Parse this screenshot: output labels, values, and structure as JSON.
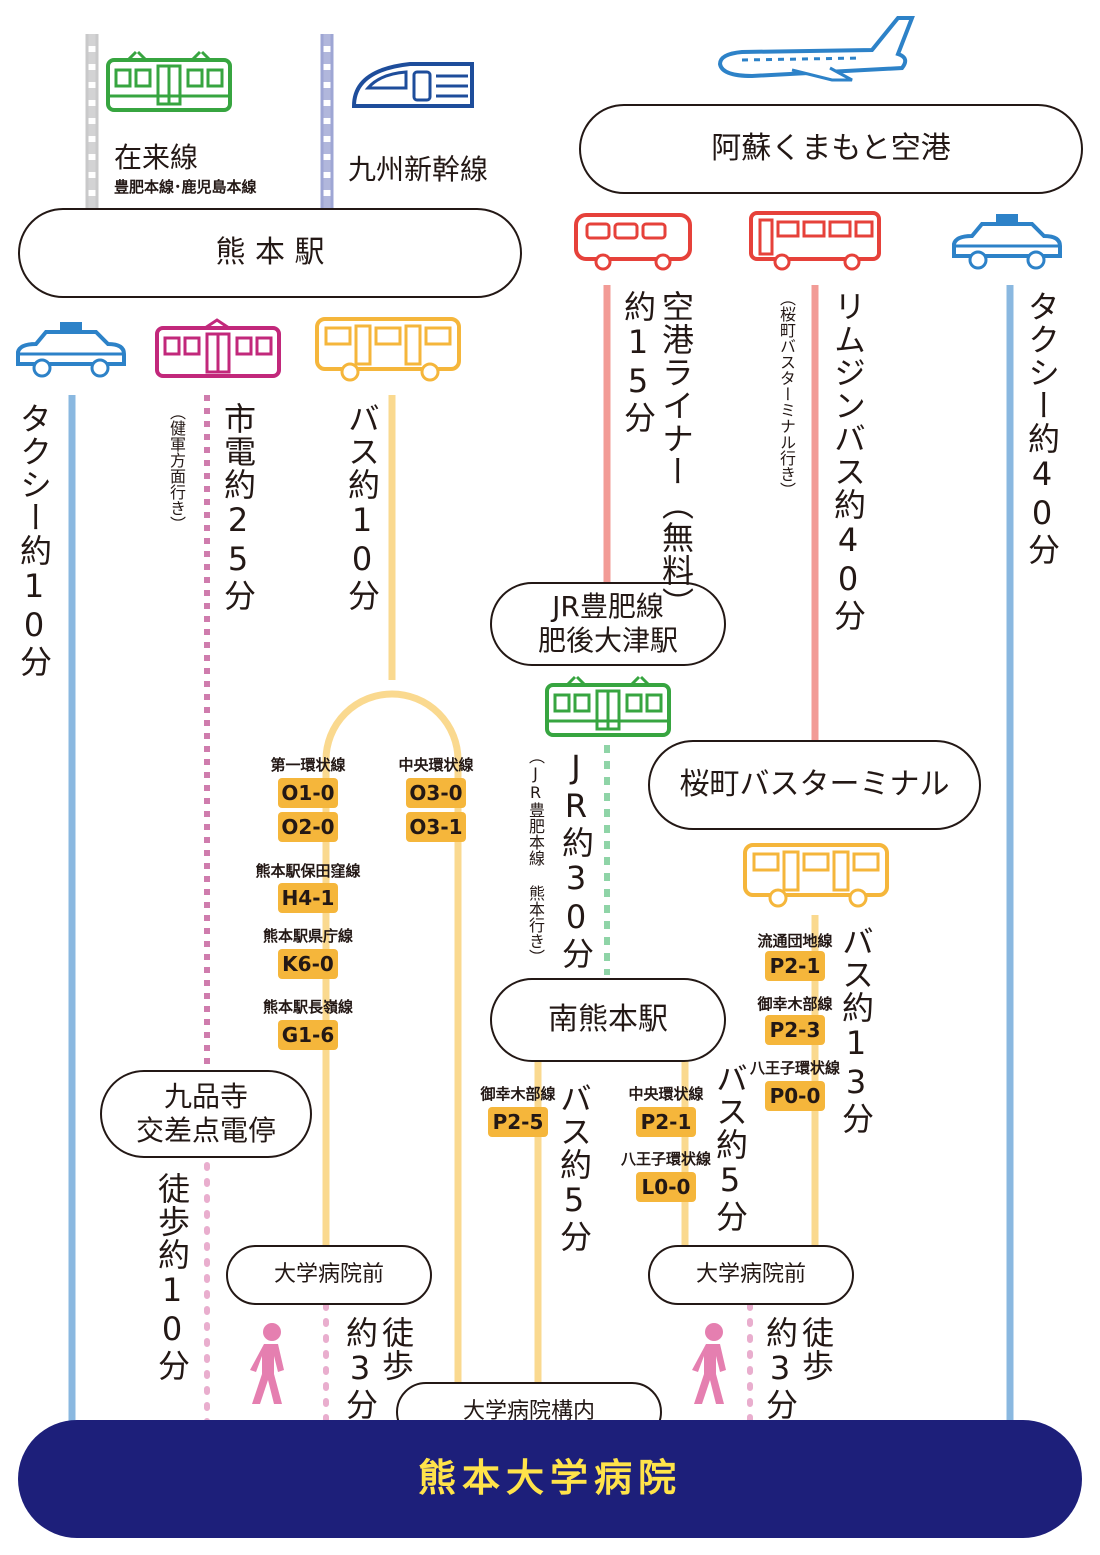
{
  "colors": {
    "navy": "#1d1f7a",
    "yellow_text": "#ffe34a",
    "bus_yellow": "#f5b63b",
    "bus_line": "#fad98f",
    "blue": "#2d82c8",
    "taxi_line": "#8ab8e0",
    "red": "#e6413a",
    "red_line": "#f29b96",
    "magenta": "#c2287b",
    "magenta_line": "#cf7cad",
    "pink_dot": "#e9aece",
    "green": "#37a540",
    "green_dot": "#8fd4a7",
    "gray": "#c9c9ca",
    "shinkansen_blue": "#1e4d9b",
    "shinkansen_line": "#9ea6d4",
    "walker": "#e57fb0"
  },
  "stations": {
    "kumamoto": "熊 本 駅",
    "airport": "阿蘇くまもと空港",
    "higo_ozu": [
      "JR豊肥線",
      "肥後大津駅"
    ],
    "sakuramachi": "桜町バスターミナル",
    "minami": "南熊本駅",
    "kuhonji": [
      "九品寺",
      "交差点電停"
    ],
    "byoin_mae_left": "大学病院前",
    "byoin_mae_right": "大学病院前",
    "konai": "大学病院構内",
    "hospital": "熊本大学病院"
  },
  "top": {
    "zairai": "在来線",
    "zairai_sub": "豊肥本線･鹿児島本線",
    "shinkansen": "九州新幹線"
  },
  "routes": {
    "taxi_left": "タクシー約10分",
    "tram": "市電約25分",
    "tram_note": "（健軍方面行き）",
    "bus_kumamoto": "バス約10分",
    "airport_liner": "空港ライナー（無料）",
    "airport_liner_time": "約15分",
    "limousine": "リムジンバス約40分",
    "limousine_note": "（桜町バスターミナル行き）",
    "taxi_right": "タクシー約40分",
    "jr": "JR約30分",
    "jr_note": "（JR豊肥本線 熊本行き）",
    "walk_kuhonji": "徒歩約10分",
    "bus_sakura": "バス約13分",
    "bus_minami_left": "バス約5分",
    "bus_minami_right": "バス約5分",
    "walk_left": [
      "徒歩",
      "約3分"
    ],
    "walk_right": [
      "徒歩",
      "約3分"
    ]
  },
  "bus_labels": {
    "daiichi": "第一環状線",
    "chuo_top": "中央環状線",
    "hotakubo": "熊本駅保田窪線",
    "kencho": "熊本駅県庁線",
    "nagamine": "熊本駅長嶺線",
    "ryutsu": "流通団地線",
    "omiki_right": "御幸木部線",
    "hachioji_right": "八王子環状線",
    "omiki_left": "御幸木部線",
    "chuo_low": "中央環状線",
    "hachioji_low": "八王子環状線"
  },
  "badges": {
    "o1": "O1-0",
    "o2": "O2-0",
    "o3a": "O3-0",
    "o3b": "O3-1",
    "h4": "H4-1",
    "k6": "K6-0",
    "g1": "G1-6",
    "p21_top": "P2-1",
    "p23": "P2-3",
    "p00": "P0-0",
    "p25": "P2-5",
    "p21_low": "P2-1",
    "l00": "L0-0"
  },
  "icons": [
    "train-icon",
    "shinkansen-icon",
    "airplane-icon",
    "bus-icon",
    "tram-icon",
    "taxi-icon",
    "walking-person-icon"
  ]
}
